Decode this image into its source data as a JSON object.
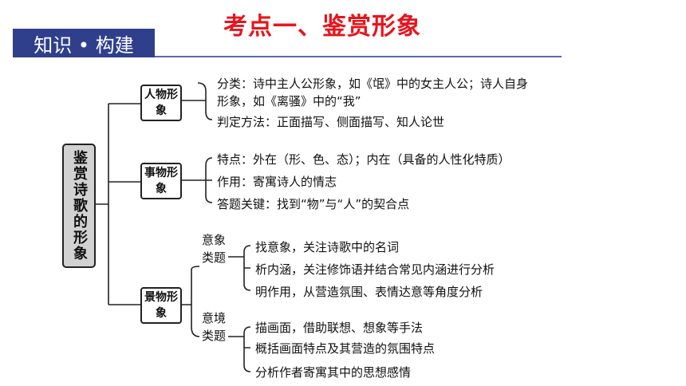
{
  "header": {
    "title": "考点一、鉴赏形象",
    "tag": "知识 • 构建"
  },
  "diagram": {
    "root": "鉴赏诗歌的形象",
    "categories": [
      {
        "label": "人物形象",
        "items": [
          "分类：诗中主人公形象，如《氓》中的女主人公；诗人自身",
          "形象，如《离骚》中的“我”",
          "判定方法：正面描写、侧面描写、知人论世"
        ]
      },
      {
        "label": "事物形象",
        "items": [
          "特点：外在（形、色、态）；内在（具备的人性化特质）",
          "作用：寄寓诗人的情志",
          "答题关键：找到“物”与“人”的契合点"
        ]
      },
      {
        "label": "景物形象",
        "subgroups": [
          {
            "label": "意象类题",
            "items": [
              "找意象，关注诗歌中的名词",
              "析内涵，关注修饰语并结合常见内涵进行分析",
              "明作用，从营造氛围、表情达意等角度分析"
            ]
          },
          {
            "label": "意境类题",
            "items": [
              "描画面，借助联想、想象等手法",
              "概括画面特点及其营造的氛围特点",
              "分析作者寄寓其中的思想感情"
            ]
          }
        ]
      }
    ]
  }
}
